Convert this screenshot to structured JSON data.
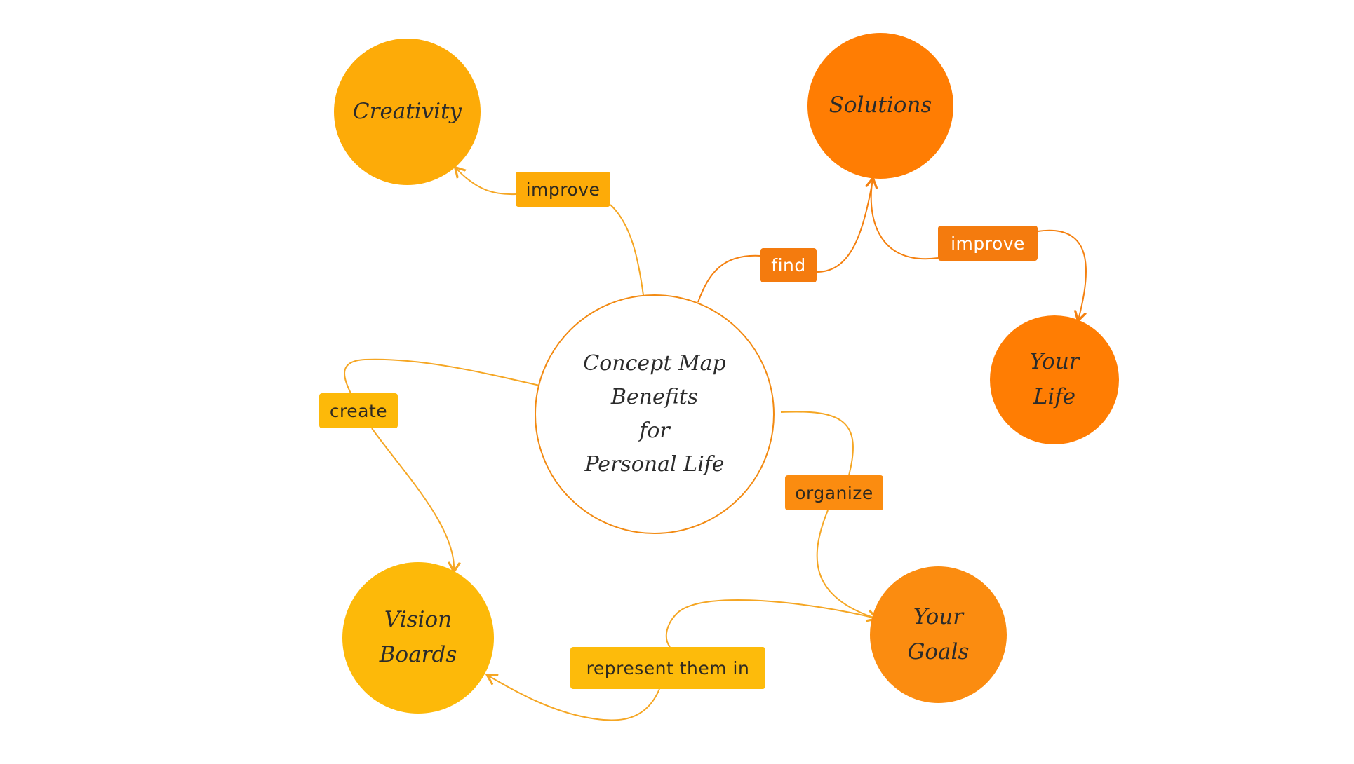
{
  "diagram": {
    "nodes": {
      "center": {
        "label": "Concept Map\nBenefits\nfor\nPersonal Life",
        "fill": "#ffffff",
        "border": "#f28a12"
      },
      "creativity": {
        "label": "Creativity",
        "fill": "#fdab08"
      },
      "solutions": {
        "label": "Solutions",
        "fill": "#ff7d03"
      },
      "your_life": {
        "label": "Your\nLife",
        "fill": "#ff7d03"
      },
      "your_goals": {
        "label": "Your\nGoals",
        "fill": "#fb8c10"
      },
      "vision_boards": {
        "label": "Vision\nBoards",
        "fill": "#fdb909"
      }
    },
    "edge_labels": {
      "improve_creativity": "improve",
      "find_solutions": "find",
      "improve_life": "improve",
      "create_vision": "create",
      "organize_goals": "organize",
      "represent_them_in": "represent them in"
    },
    "colors": {
      "dark_orange": "#ff7d03",
      "mid_orange": "#fb8c10",
      "amber": "#fdab08",
      "yellow": "#fdb909",
      "connector": "#f5a623"
    }
  }
}
